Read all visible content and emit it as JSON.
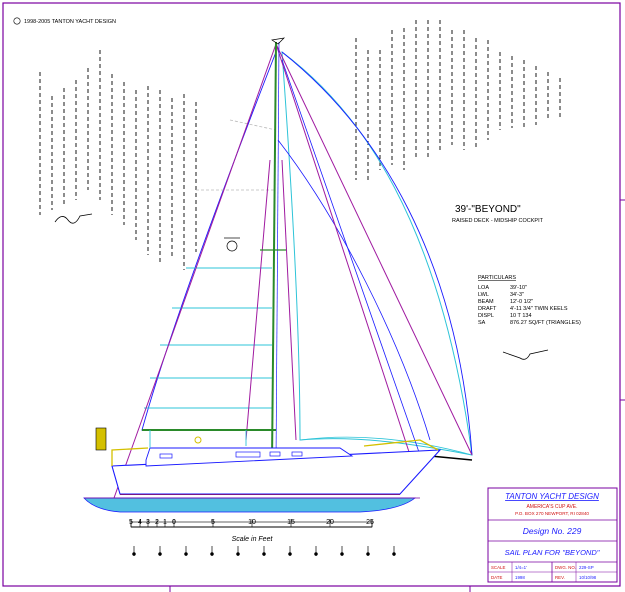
{
  "copyright": "1998-2005 TANTON YACHT DESIGN",
  "design_title": "39'-\"BEYOND\"",
  "subtitle": "RAISED DECK - MIDSHIP COCKPIT",
  "particulars": {
    "heading": "PARTICULARS",
    "rows": [
      {
        "label": "LOA",
        "value": "39'-10\""
      },
      {
        "label": "LWL",
        "value": "34'-3\""
      },
      {
        "label": "BEAM",
        "value": "12'-0 1/2\""
      },
      {
        "label": "DRAFT",
        "value": "4'-11 3/4\" TWIN KEELS"
      },
      {
        "label": "DISPL",
        "value": "10 T 134"
      },
      {
        "label": "SA",
        "value": "876.27 SQ/FT (TRIANGLES)"
      }
    ]
  },
  "scale": {
    "caption": "Scale in Feet",
    "ticks": [
      "5",
      "4",
      "3",
      "2",
      "1",
      "0",
      "5",
      "10",
      "15",
      "20",
      "25"
    ]
  },
  "title_block": {
    "company": "TANTON YACHT DESIGN",
    "address_line1": "AMERICA'S CUP AVE.",
    "address_line2": "P.O. BOX 270 NEWPORT, RI 02840",
    "design_no": "Design No. 229",
    "sheet_title": "SAIL PLAN FOR \"BEYOND\"",
    "cells": [
      {
        "label": "SCALE",
        "value": "1/4=1'"
      },
      {
        "label": "DATE",
        "value": "1998"
      },
      {
        "label": "DWG. NO.",
        "value": "229-SP"
      },
      {
        "label": "REV.",
        "value": "10/10/98"
      }
    ]
  },
  "colors": {
    "sail_outline": "#1a1aff",
    "spinnaker": "#2ec4d8",
    "rigging": "#a01aa0",
    "mast": "#2a8a2a",
    "hull_red": "#d01010",
    "hull_underwater": "#52c0e0",
    "deck_yellow": "#d4c000",
    "sheet_border": "#7a00a0"
  }
}
